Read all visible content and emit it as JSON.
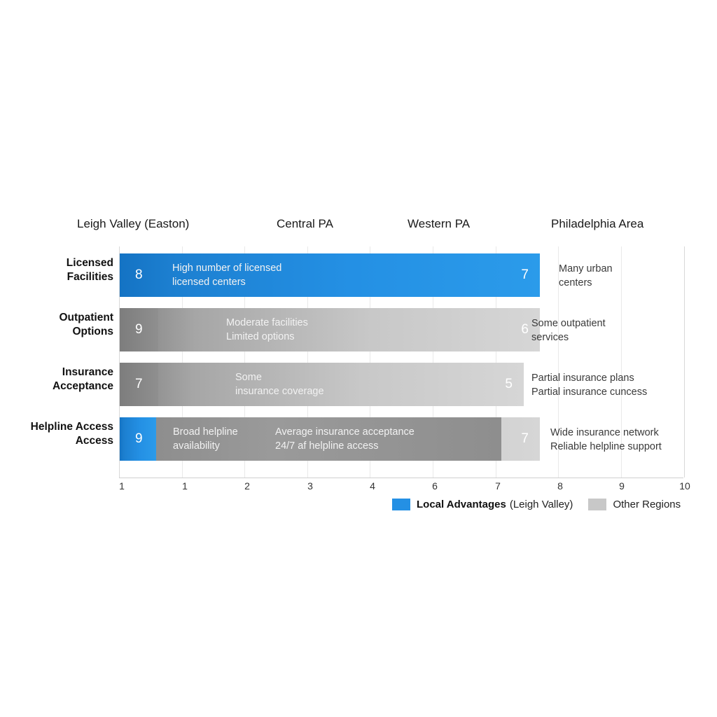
{
  "chart_data": {
    "type": "bar",
    "orientation": "horizontal",
    "title": "",
    "xlabel": "",
    "ylabel": "",
    "xlim": [
      1,
      10
    ],
    "xticks": [
      "1",
      "1",
      "2",
      "3",
      "4",
      "6",
      "7",
      "8",
      "9",
      "10"
    ],
    "grid": true,
    "categories": [
      "Licensed Facilities",
      "Outpatient Options",
      "Insurance Acceptance",
      "Helpline Access Access"
    ],
    "column_headers": [
      "Leigh Valley (Easton)",
      "Central PA",
      "Western PA",
      "Philadelphia Area"
    ],
    "series": [
      {
        "name": "Local Advantages (Leigh Valley)",
        "color": "#2490e4",
        "values": [
          8,
          9,
          7,
          9
        ]
      },
      {
        "name": "Other Regions",
        "color": "#c8c8c8",
        "values": [
          7,
          6,
          5,
          7
        ]
      }
    ],
    "legend": {
      "position": "bottom-right",
      "entries": [
        {
          "label_strong": "Local Advantages",
          "label": "(Leigh Valley)",
          "color": "#2490e4"
        },
        {
          "label_strong": "",
          "label": "Other Regions",
          "color": "#c8c8c8"
        }
      ]
    },
    "rows": [
      {
        "category_line1": "Licensed",
        "category_line2": "Facilities",
        "local_value": "8",
        "other_value": "7",
        "bar_note_line1": "High number of licensed",
        "bar_note_line2": "licensed centers",
        "bar_note2_line1": "",
        "bar_note2_line2": "",
        "right_note_line1": "Many urban",
        "right_note_line2": "centers"
      },
      {
        "category_line1": "Outpatient",
        "category_line2": "Options",
        "local_value": "9",
        "other_value": "6",
        "bar_note_line1": "Moderate facilities",
        "bar_note_line2": "Limited options",
        "bar_note2_line1": "",
        "bar_note2_line2": "",
        "right_note_line1": "Some outpatient",
        "right_note_line2": "services"
      },
      {
        "category_line1": "Insurance",
        "category_line2": "Acceptance",
        "local_value": "7",
        "other_value": "5",
        "bar_note_line1": "Some",
        "bar_note_line2": "insurance coverage",
        "bar_note2_line1": "",
        "bar_note2_line2": "",
        "right_note_line1": "Partial insurance plans",
        "right_note_line2": "Partial insurance cuncess"
      },
      {
        "category_line1": "Helpline Access",
        "category_line2": "Access",
        "local_value": "9",
        "other_value": "7",
        "bar_note_line1": "Broad helpline",
        "bar_note_line2": "availability",
        "bar_note2_line1": "Average insurance acceptance",
        "bar_note2_line2": "24/7 af helpline access",
        "right_note_line1": "Wide insurance network",
        "right_note_line2": "Reliable helpline support"
      }
    ]
  }
}
